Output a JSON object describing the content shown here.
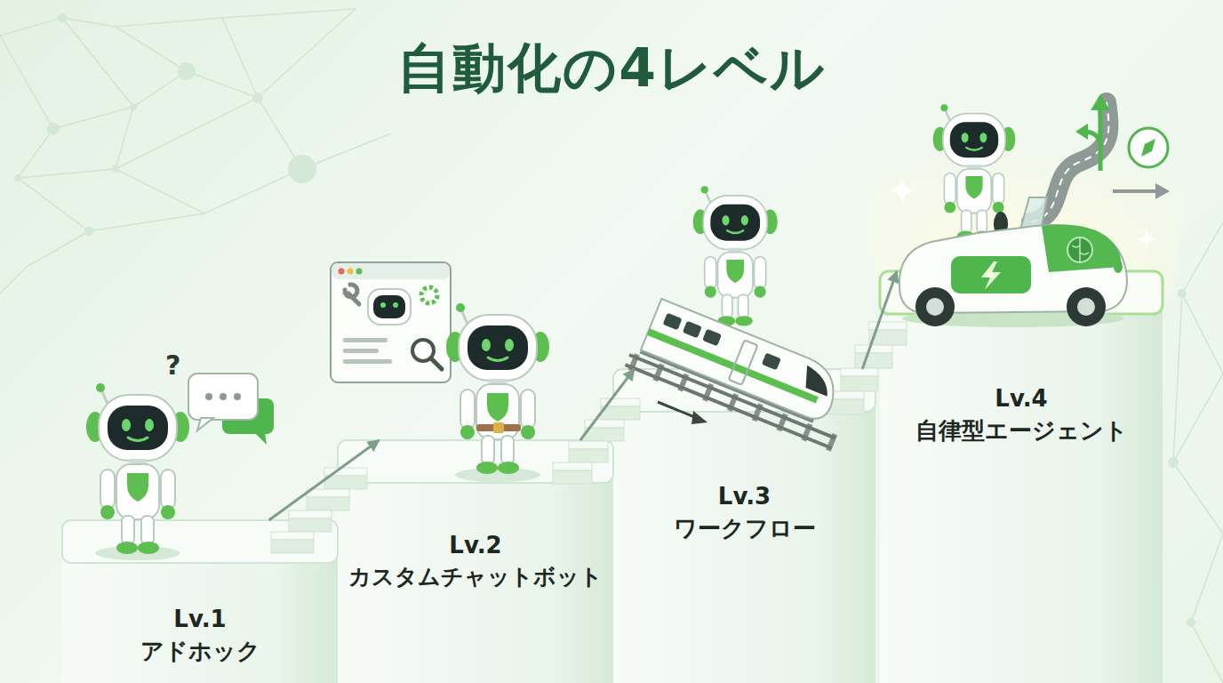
{
  "diagram": {
    "title": "自動化の4レベル",
    "nodes": [
      {
        "text": [
          "Lv.1",
          "アドホック"
        ]
      },
      {
        "text": [
          "Lv.2",
          "カスタムチャットボット"
        ]
      },
      {
        "text": [
          "Lv.3",
          "ワークフロー"
        ]
      },
      {
        "text": [
          "Lv.4",
          "自律型エージェント"
        ]
      }
    ],
    "edges": [
      {
        "from": 0,
        "to": 1,
        "arrow": "to"
      },
      {
        "from": 1,
        "to": 2,
        "arrow": "to"
      },
      {
        "from": 2,
        "to": 3,
        "arrow": "to"
      }
    ],
    "labels": [
      "?"
    ]
  }
}
